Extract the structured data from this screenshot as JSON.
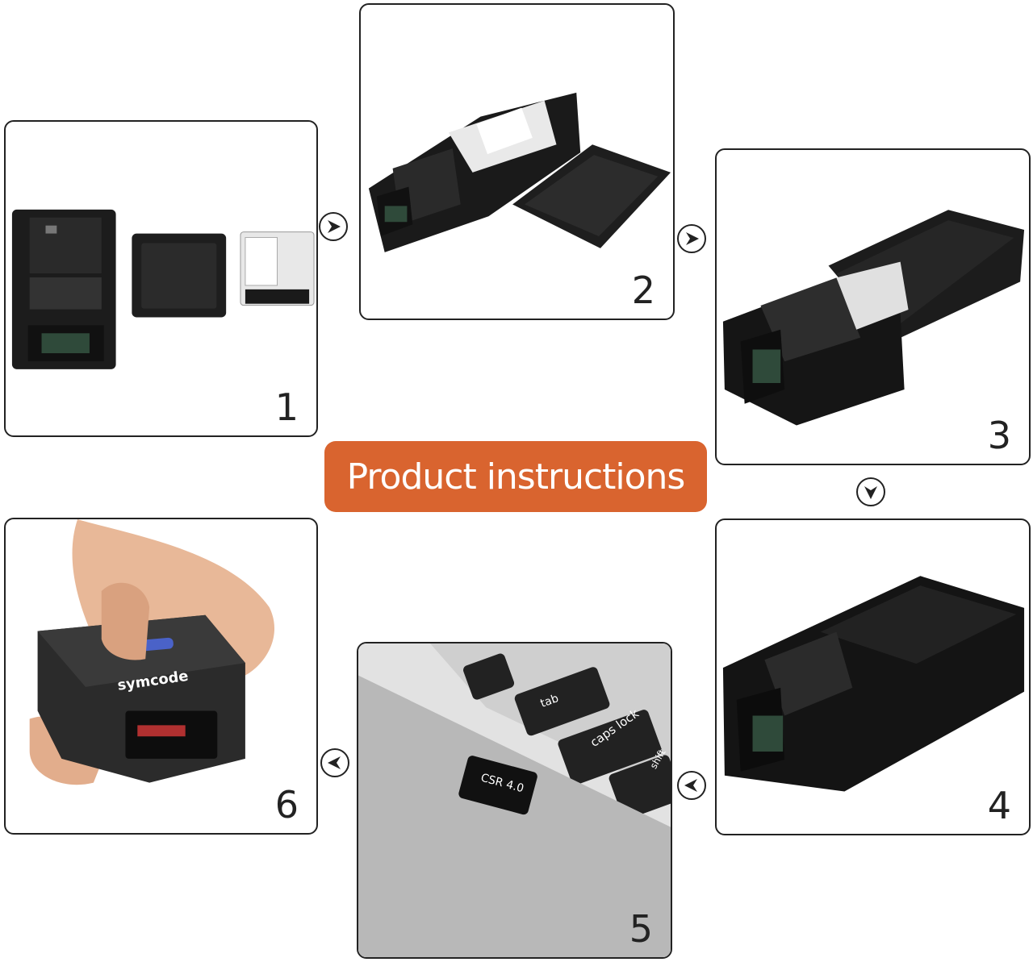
{
  "banner": {
    "title": "Product instructions"
  },
  "steps": [
    {
      "number": "1"
    },
    {
      "number": "2"
    },
    {
      "number": "3"
    },
    {
      "number": "4"
    },
    {
      "number": "5"
    },
    {
      "number": "6"
    }
  ],
  "photo_text": {
    "dongle": "CSR 4.0",
    "key_tab": "tab",
    "key_caps": "caps lock",
    "key_shift": "shift",
    "brand": "symcode"
  },
  "arrows": [
    "arrow-right",
    "arrow-right",
    "arrow-down",
    "arrow-left",
    "arrow-left"
  ],
  "colors": {
    "banner": "#d9642f",
    "device": "#1a1a1a",
    "border": "#222222"
  }
}
